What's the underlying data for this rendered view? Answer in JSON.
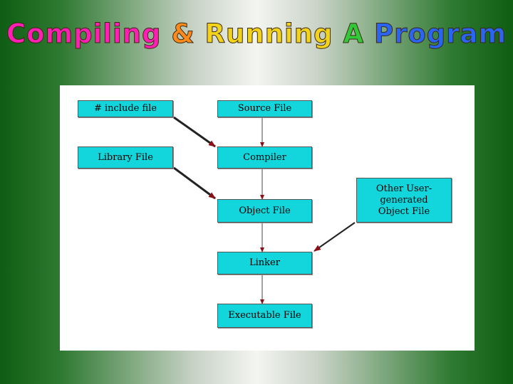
{
  "title": {
    "words": [
      {
        "text": "Compiling",
        "color": "#ff1fb4"
      },
      {
        "text": "&",
        "color": "#ff8a1a"
      },
      {
        "text": "Running",
        "color": "#f2d21a"
      },
      {
        "text": "A",
        "color": "#33c83a"
      },
      {
        "text": "Program",
        "color": "#2a64f0"
      }
    ],
    "full_text": "Compiling & Running A Program"
  },
  "diagram": {
    "nodes": {
      "include_file": "# include file",
      "source_file": "Source File",
      "library_file": "Library File",
      "compiler": "Compiler",
      "object_file": "Object File",
      "other_user_object": "Other User-generated Object File",
      "linker": "Linker",
      "executable_file": "Executable File"
    },
    "edges": [
      [
        "include_file",
        "compiler"
      ],
      [
        "source_file",
        "compiler"
      ],
      [
        "library_file",
        "object_file"
      ],
      [
        "compiler",
        "object_file"
      ],
      [
        "other_user_object",
        "linker"
      ],
      [
        "object_file",
        "linker"
      ],
      [
        "linker",
        "executable_file"
      ]
    ],
    "colors": {
      "box": "#12d6dc",
      "arrow_head": "#8b0f14",
      "line": "#333333"
    }
  }
}
